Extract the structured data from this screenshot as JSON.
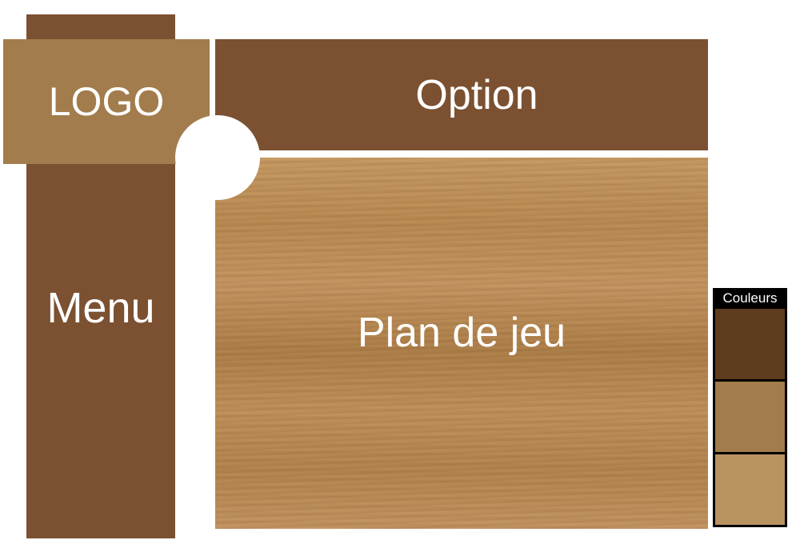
{
  "logo": {
    "label": "LOGO"
  },
  "menu": {
    "label": "Menu"
  },
  "option": {
    "label": "Option"
  },
  "board": {
    "label": "Plan de jeu"
  },
  "palette": {
    "title": "Couleurs",
    "swatches": [
      "#5e3c1e",
      "#a27c4c",
      "#ba9363"
    ]
  },
  "colors": {
    "panel_brown": "#7b5131",
    "logo_tan": "#a27c4c",
    "wood_base": "#b7874f",
    "text": "#ffffff"
  }
}
